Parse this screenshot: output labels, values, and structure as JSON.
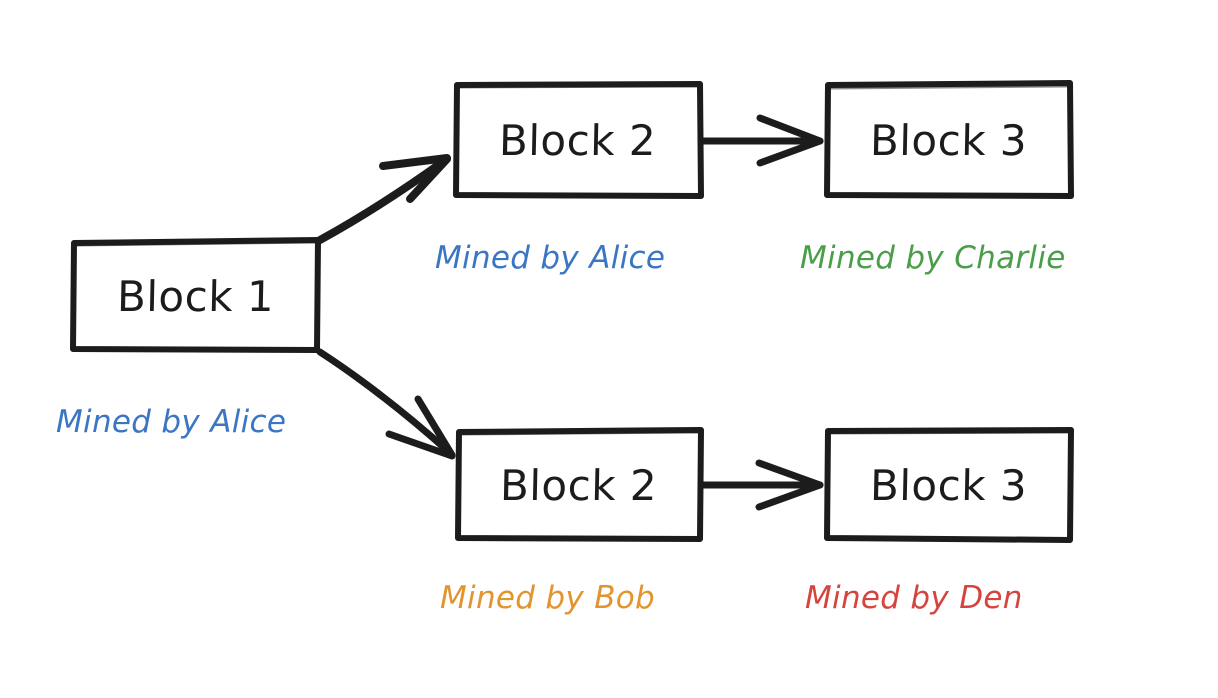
{
  "diagram": {
    "title": "Blockchain fork diagram",
    "background_color": "#ffffff",
    "stroke_color": "#1c1c1c",
    "style": "hand-drawn sketch"
  },
  "nodes": [
    {
      "id": "block-1",
      "label": "Block 1"
    },
    {
      "id": "block-2-upper",
      "label": "Block 2"
    },
    {
      "id": "block-3-upper",
      "label": "Block 3"
    },
    {
      "id": "block-2-lower",
      "label": "Block 2"
    },
    {
      "id": "block-3-lower",
      "label": "Block 3"
    }
  ],
  "miner_labels": [
    {
      "id": "miner-block-1",
      "text": "Mined by Alice",
      "color": "#3b76c4"
    },
    {
      "id": "miner-block-2-upper",
      "text": "Mined by Alice",
      "color": "#3b76c4"
    },
    {
      "id": "miner-block-3-upper",
      "text": "Mined by Charlie",
      "color": "#4a9e4a"
    },
    {
      "id": "miner-block-2-lower",
      "text": "Mined by Bob",
      "color": "#e2942f"
    },
    {
      "id": "miner-block-3-lower",
      "text": "Mined by Den",
      "color": "#d6453d"
    }
  ],
  "edges": [
    {
      "id": "edge-b1-to-b2-upper",
      "from": "block-1",
      "to": "block-2-upper",
      "direction": "up-right"
    },
    {
      "id": "edge-b1-to-b2-lower",
      "from": "block-1",
      "to": "block-2-lower",
      "direction": "down-right"
    },
    {
      "id": "edge-b2-to-b3-upper",
      "from": "block-2-upper",
      "to": "block-3-upper",
      "direction": "right"
    },
    {
      "id": "edge-b2-to-b3-lower",
      "from": "block-2-lower",
      "to": "block-3-lower",
      "direction": "right"
    }
  ]
}
